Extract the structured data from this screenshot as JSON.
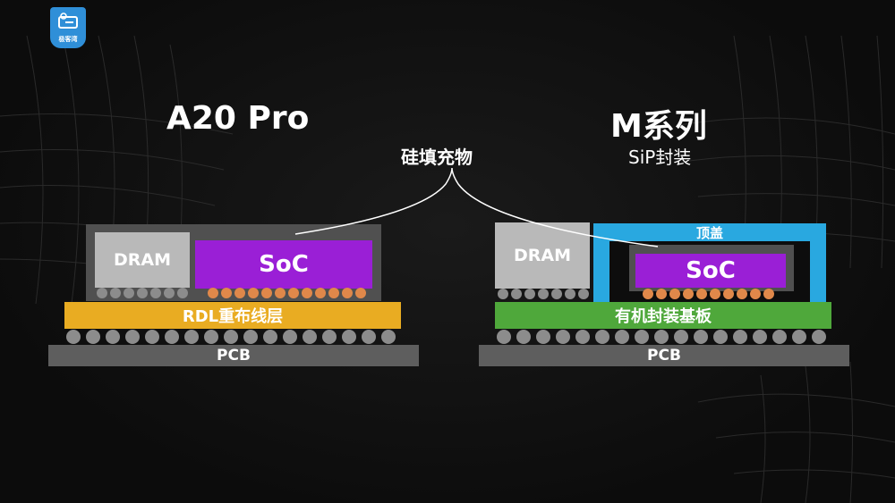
{
  "logo": {
    "text": "极客湾"
  },
  "left": {
    "title": "A20 Pro",
    "dram": "DRAM",
    "soc": "SoC",
    "rdl": "RDL重布线层",
    "pcb": "PCB"
  },
  "right": {
    "title": "M系列",
    "subtitle": "SiP封装",
    "dram": "DRAM",
    "lid": "顶盖",
    "soc": "SoC",
    "substrate": "有机封装基板",
    "pcb": "PCB"
  },
  "callout": {
    "label": "硅填充物"
  },
  "colors": {
    "soc": "#9a1fd6",
    "rdl": "#e9ac22",
    "substrate": "#4fa83b",
    "lid": "#29a8e0",
    "pcb": "#5e5e5e",
    "dram": "#b9b9b9",
    "filler": "#505050",
    "bump_orange": "#e0884a",
    "ball_gray": "#8c8c8c"
  }
}
